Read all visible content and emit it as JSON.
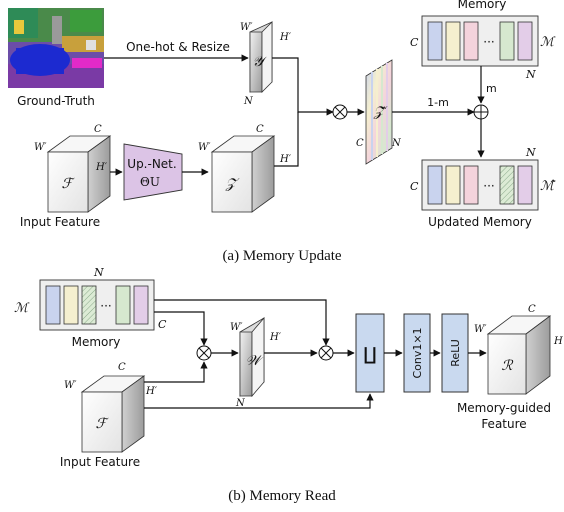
{
  "update": {
    "caption": "(a)  Memory Update",
    "gt_label": "Ground-Truth",
    "onehot_label": "One-hot & Resize",
    "input_feature_label": "Input Feature",
    "upnet_line1": "Up.-Net.",
    "upnet_line2": "ΘU",
    "memory_title": "Memory",
    "updated_memory_label": "Updated Memory",
    "one_minus_m": "1-m",
    "m": "m",
    "dots": "···",
    "sym_Y": "𝒴",
    "sym_F": "ℱ",
    "sym_Z": "𝒵",
    "sym_Zhat": "𝒵̂",
    "sym_M": "ℳ",
    "sym_Mhat": "ℳ̂",
    "dim_W": "W′",
    "dim_H": "H′",
    "dim_C": "C",
    "dim_N": "N"
  },
  "read": {
    "caption": "(b)  Memory Read",
    "memory_label": "Memory",
    "input_feature_label": "Input Feature",
    "concat_symbol": "∐",
    "conv_label": "Conv1×1",
    "relu_label": "ReLU",
    "output_label_line1": "Memory-guided",
    "output_label_line2": "Feature",
    "dots": "···",
    "sym_M": "ℳ",
    "sym_W": "𝒲",
    "sym_F": "ℱ",
    "sym_R": "ℛ",
    "dim_W": "W′",
    "dim_H": "H′",
    "dim_C": "C",
    "dim_N": "N",
    "dim_Hout": "H"
  },
  "colors": {
    "slot_blue": "#c9d3ee",
    "slot_yellow": "#f5efcf",
    "slot_pink": "#f4d3dc",
    "slot_green": "#d6e8cf",
    "slot_purple": "#e3cde8",
    "upnet_fill": "#dcc4e6",
    "op_box_fill": "#c9d9ef"
  }
}
